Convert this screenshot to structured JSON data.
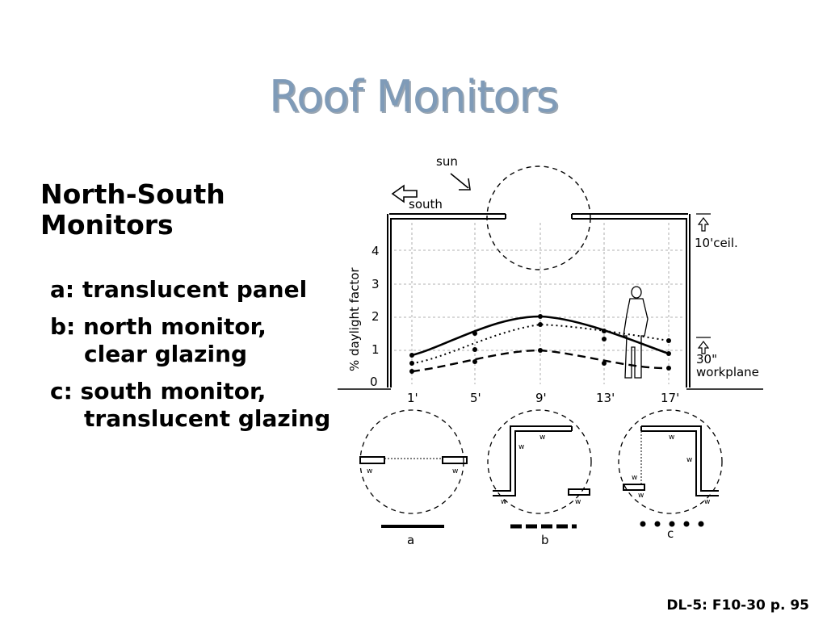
{
  "slide": {
    "title": "Roof Monitors",
    "heading": "North-South Monitors",
    "bullets": [
      "a: translucent panel",
      "b: north monitor, clear glazing",
      "c: south monitor, translucent glazing"
    ],
    "reference": "DL-5: F10-30 p. 95"
  },
  "diagram": {
    "sun_label": "sun",
    "south_label": "south",
    "ceiling_label": "10'ceil.",
    "workplane_height": "30\"",
    "workplane_label": "workplane",
    "y_axis_label": "% daylight factor",
    "y_ticks": [
      "0",
      "1",
      "2",
      "3",
      "4"
    ],
    "x_ticks": [
      "1'",
      "5'",
      "9'",
      "13'",
      "17'"
    ],
    "window_label": "w",
    "legend": [
      "a",
      "b",
      "c"
    ]
  }
}
